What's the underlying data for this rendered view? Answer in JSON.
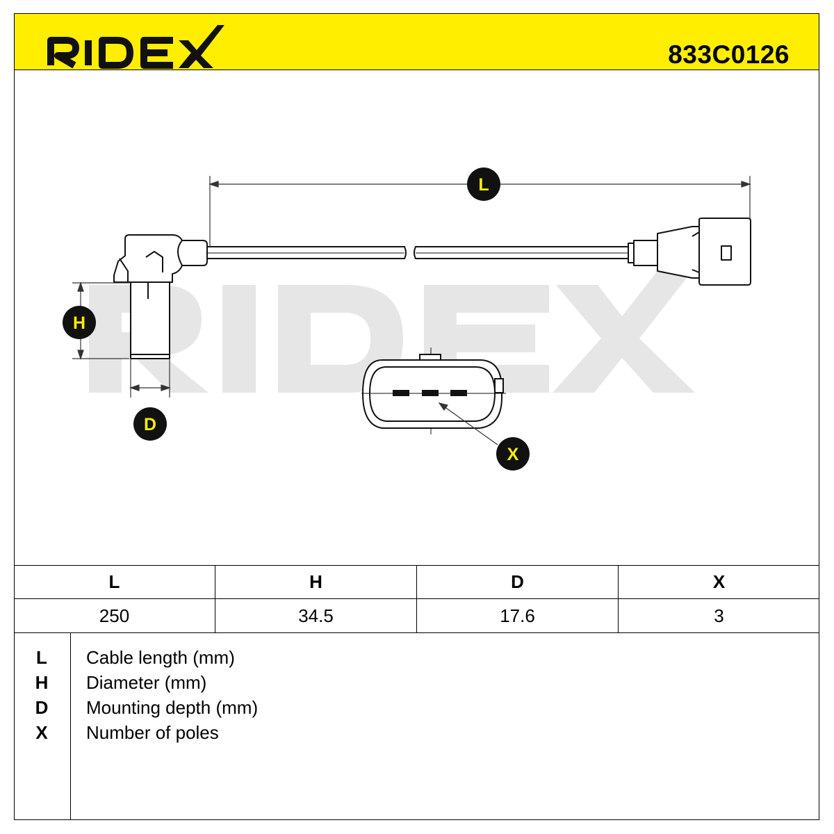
{
  "brand": {
    "name": "RIDEX",
    "color": "#ffee00"
  },
  "part_number": "833C0126",
  "watermark": "RIDEX",
  "callouts": {
    "L": "L",
    "H": "H",
    "D": "D",
    "X": "X"
  },
  "table": {
    "headers": [
      "L",
      "H",
      "D",
      "X"
    ],
    "values": [
      "250",
      "34.5",
      "17.6",
      "3"
    ]
  },
  "legend": [
    {
      "key": "L",
      "desc": "Cable length (mm)"
    },
    {
      "key": "H",
      "desc": "Diameter (mm)"
    },
    {
      "key": "D",
      "desc": "Mounting depth (mm)"
    },
    {
      "key": "X",
      "desc": "Number of poles"
    }
  ]
}
